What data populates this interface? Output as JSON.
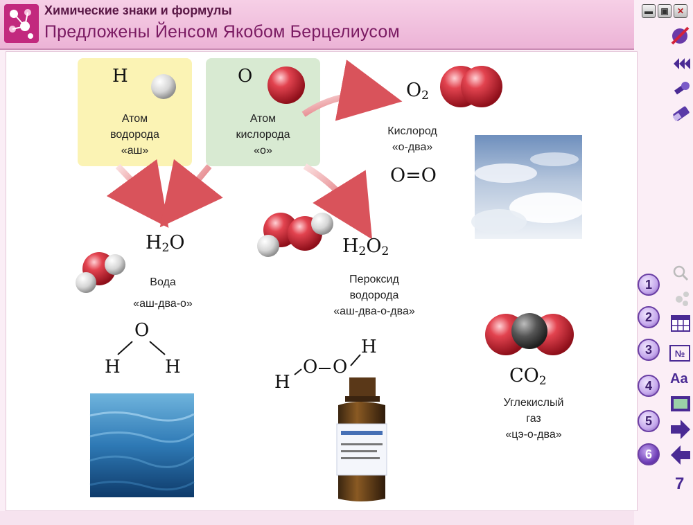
{
  "header": {
    "title": "Химические знаки и формулы",
    "subtitle": "Предложены Йенсом Якобом Берцелиусом"
  },
  "window_controls": [
    "minimize-icon",
    "restore-icon",
    "close-icon"
  ],
  "elements": {
    "hydrogen": {
      "symbol": "H",
      "label1": "Атом",
      "label2": "водорода",
      "reading": "«аш»",
      "color": "#fbf3b4"
    },
    "oxygen": {
      "symbol": "O",
      "label1": "Атом",
      "label2": "кислорода",
      "reading": "«о»",
      "color": "#d8ead2"
    }
  },
  "compounds": {
    "o2": {
      "formula_base": "O",
      "formula_sub": "2",
      "name": "Кислород",
      "reading": "«о-два»",
      "structure": "O=O"
    },
    "h2o": {
      "f1": "H",
      "f1_sub": "2",
      "f2": "O",
      "name": "Вода",
      "reading": "«аш-два-о»",
      "struct_top": "O",
      "struct_h1": "H",
      "struct_h2": "H"
    },
    "h2o2": {
      "f1": "H",
      "f1_sub": "2",
      "f2": "O",
      "f2_sub": "2",
      "name1": "Пероксид",
      "name2": "водорода",
      "reading": "«аш-два-о-два»",
      "struct": "H O O H"
    },
    "co2": {
      "formula_base": "CO",
      "formula_sub": "2",
      "name1": "Углекислый",
      "name2": "газ",
      "reading": "«цэ-о-два»"
    }
  },
  "sidebar": {
    "tools_top": [
      "no-sound-icon",
      "rewind-icon",
      "flashlight-icon",
      "eraser-icon"
    ],
    "numbered": [
      "1",
      "2",
      "3",
      "4",
      "5",
      "6",
      "7"
    ],
    "tools_right": [
      "magnifier-icon",
      "molecule-icon",
      "table-icon",
      "number-icon",
      "font-icon",
      "screen-icon",
      "next-arrow-icon",
      "back-arrow-icon"
    ],
    "font_label": "Aa",
    "num_label": "№"
  },
  "colors": {
    "accent": "#c2297e",
    "header_bg": "#f3c4e0",
    "arrow": "#d9535b",
    "atom_red": "#d62837",
    "atom_white": "#e6e6e6"
  }
}
